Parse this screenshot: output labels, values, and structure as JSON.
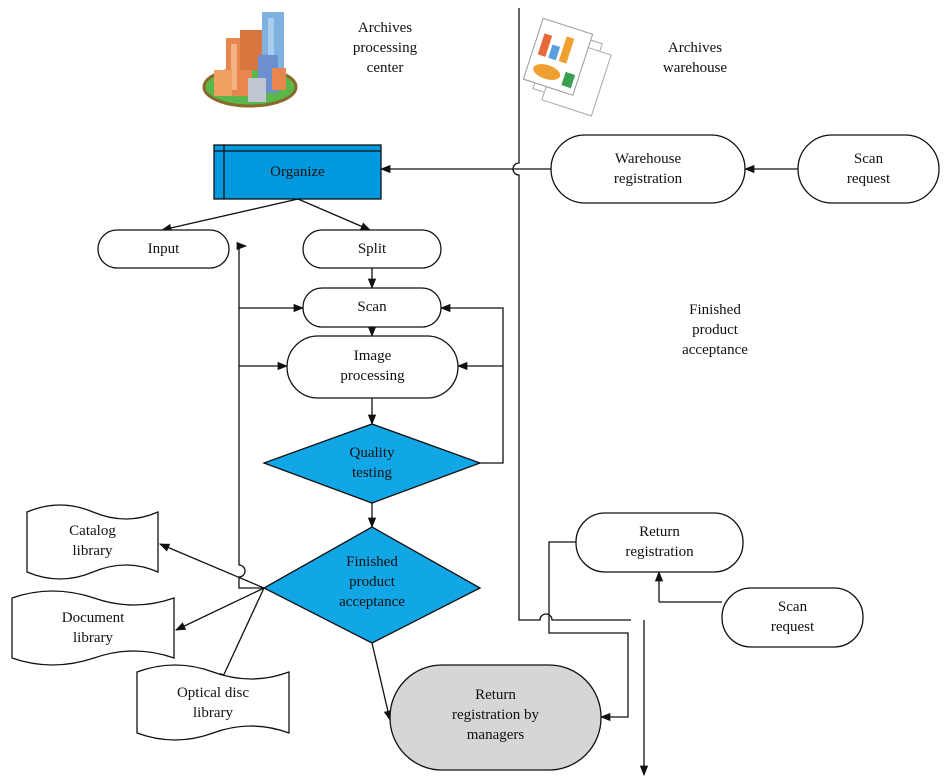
{
  "labels": {
    "processing_center": [
      "Archives",
      "processing",
      "center"
    ],
    "warehouse": [
      "Archives",
      "warehouse"
    ],
    "finished_acceptance_region": [
      "Finished",
      "product",
      "acceptance"
    ]
  },
  "nodes": {
    "organize": "Organize",
    "input": "Input",
    "split": "Split",
    "scan": "Scan",
    "image_processing": [
      "Image",
      "processing"
    ],
    "quality_testing": [
      "Quality",
      "testing"
    ],
    "finished_product_acceptance": [
      "Finished",
      "product",
      "acceptance"
    ],
    "catalog_library": [
      "Catalog",
      "library"
    ],
    "document_library": [
      "Document",
      "library"
    ],
    "optical_disc_library": [
      "Optical disc",
      "library"
    ],
    "return_by_managers": [
      "Return",
      "registration by",
      "managers"
    ],
    "warehouse_registration": [
      "Warehouse",
      "registration"
    ],
    "scan_request_top": [
      "Scan",
      "request"
    ],
    "return_registration": [
      "Return",
      "registration"
    ],
    "scan_request_bottom": [
      "Scan",
      "request"
    ]
  },
  "colors": {
    "process_fill": "#0099dd",
    "decision_fill": "#11a6e6",
    "terminal_gray": "#d6d6d6",
    "stroke": "#111111"
  },
  "icons": {
    "processing_center": "city-buildings-icon",
    "warehouse": "documents-charts-icon"
  }
}
